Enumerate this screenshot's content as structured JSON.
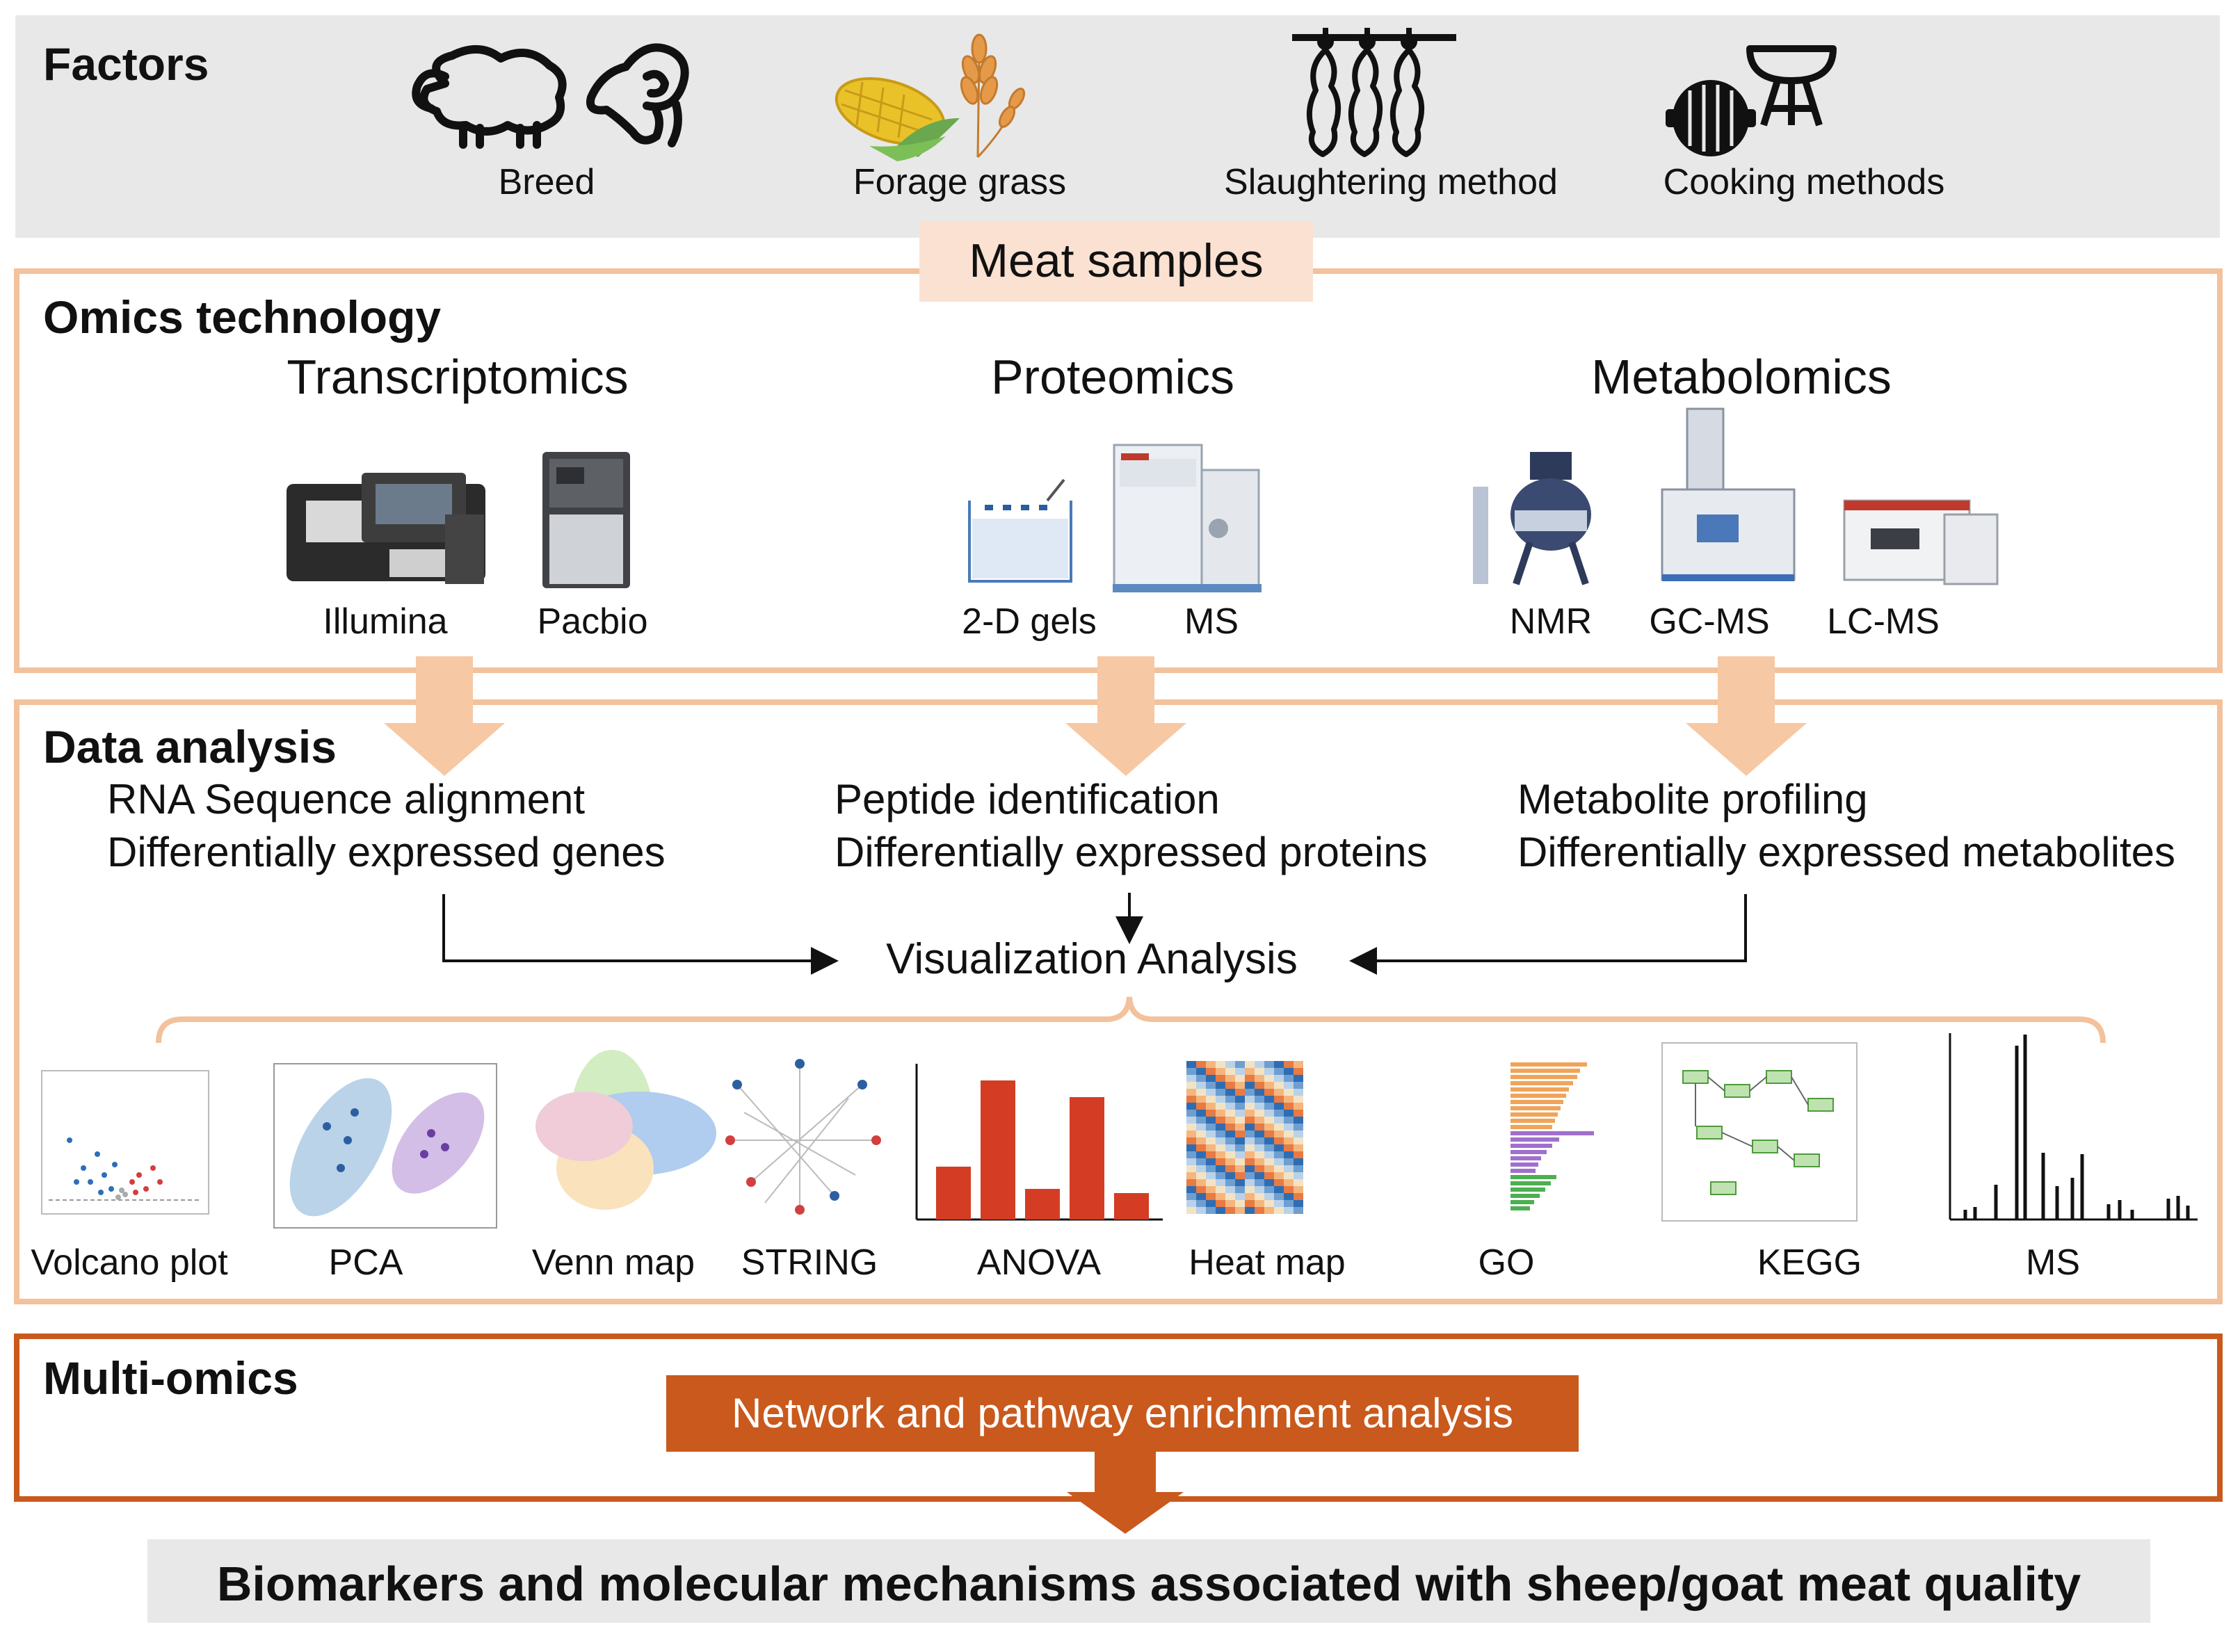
{
  "factors": {
    "title": "Factors",
    "items": [
      {
        "label": "Breed",
        "icon": "sheep-goat-icon"
      },
      {
        "label": "Forage grass",
        "icon": "corn-wheat-icon"
      },
      {
        "label": "Slaughtering method",
        "icon": "hanging-carcass-icon"
      },
      {
        "label": "Cooking methods",
        "icon": "grill-icon"
      }
    ]
  },
  "meat_samples": "Meat samples",
  "omics": {
    "title": "Omics technology",
    "groups": [
      {
        "name": "Transcriptomics",
        "instruments": [
          "Illumina",
          "Pacbio"
        ]
      },
      {
        "name": "Proteomics",
        "instruments": [
          "2-D gels",
          "MS"
        ]
      },
      {
        "name": "Metabolomics",
        "instruments": [
          "NMR",
          "GC-MS",
          "LC-MS"
        ]
      }
    ]
  },
  "data_analysis": {
    "title": "Data analysis",
    "columns": [
      {
        "line1": "RNA Sequence alignment",
        "line2": "Differentially expressed genes"
      },
      {
        "line1": "Peptide identification",
        "line2": "Differentially expressed proteins"
      },
      {
        "line1": "Metabolite profiling",
        "line2": "Differentially expressed metabolites"
      }
    ],
    "visualization": "Visualization Analysis",
    "plots": [
      "Volcano plot",
      "PCA",
      "Venn map",
      "STRING",
      "ANOVA",
      "Heat map",
      "GO",
      "KEGG",
      "MS"
    ]
  },
  "multi_omics": {
    "title": "Multi-omics",
    "box": "Network and pathway enrichment analysis"
  },
  "conclusion": "Biomarkers and molecular mechanisms associated with sheep/goat meat quality",
  "colors": {
    "light_orange": "#f6c8a3",
    "panel_border": "#f3c19b",
    "pale_fill": "#fbe1d1",
    "dark_orange": "#c9591c",
    "grey_panel": "#e8e8e8",
    "anova_bar": "#d43d23"
  }
}
